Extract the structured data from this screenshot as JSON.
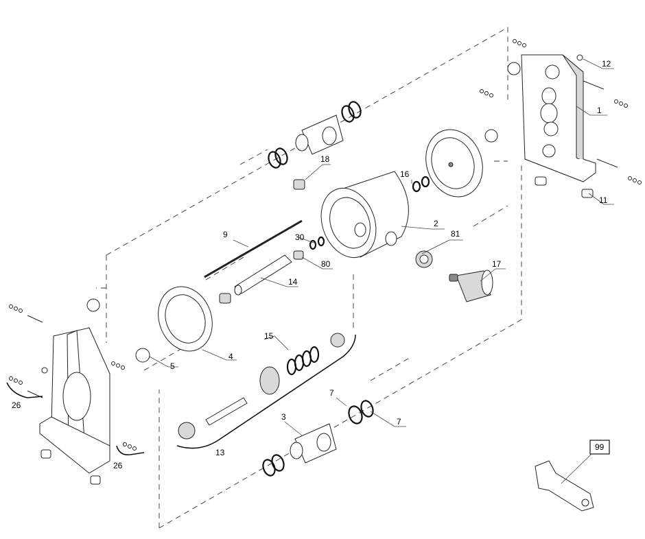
{
  "callouts": {
    "c1": "1",
    "c2": "2",
    "c3": "3",
    "c4": "4",
    "c5": "5",
    "c7a": "7",
    "c7b": "7",
    "c9": "9",
    "c11": "11",
    "c12": "12",
    "c13": "13",
    "c14": "14",
    "c15": "15",
    "c16": "16",
    "c17": "17",
    "c18": "18",
    "c26a": "26",
    "c26b": "26",
    "c30": "30",
    "c80": "80",
    "c81": "81",
    "c99": "99"
  }
}
